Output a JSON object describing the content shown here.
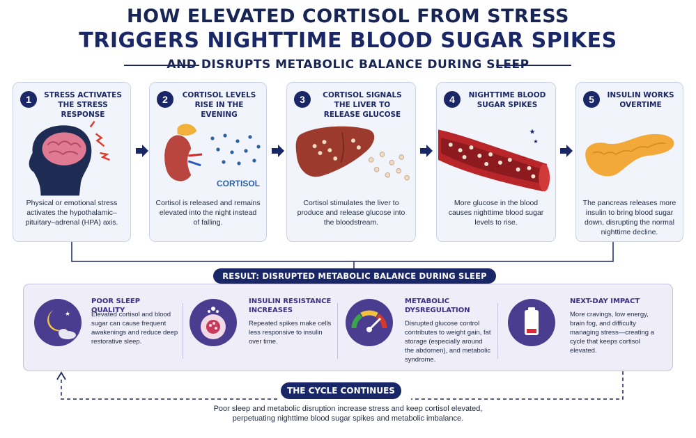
{
  "header": {
    "title_line1": "HOW ELEVATED CORTISOL FROM STRESS",
    "title_line2": "TRIGGERS NIGHTTIME BLOOD SUGAR SPIKES",
    "subtitle": "AND DISRUPTS METABOLIC BALANCE DURING SLEEP"
  },
  "steps": [
    {
      "number": "1",
      "title": "STRESS ACTIVATES THE STRESS RESPONSE",
      "icon": "brain-icon",
      "description": "Physical or emotional stress activates the hypothalamic–pituitary–adrenal (HPA) axis."
    },
    {
      "number": "2",
      "title": "CORTISOL LEVELS RISE IN THE EVENING",
      "icon": "adrenal-kidney-icon",
      "illustration_label": "CORTISOL",
      "description": "Cortisol is released and remains elevated into the night instead of falling."
    },
    {
      "number": "3",
      "title": "CORTISOL SIGNALS THE LIVER TO RELEASE GLUCOSE",
      "icon": "liver-icon",
      "description": "Cortisol stimulates the liver to produce and release glucose into the bloodstream."
    },
    {
      "number": "4",
      "title": "NIGHTTIME BLOOD SUGAR SPIKES",
      "icon": "blood-vessel-icon",
      "description": "More glucose in the blood causes nighttime blood sugar levels to rise."
    },
    {
      "number": "5",
      "title": "INSULIN WORKS OVERTIME",
      "icon": "pancreas-icon",
      "description": "The pancreas releases more insulin to bring blood sugar down, disrupting the normal nighttime decline."
    }
  ],
  "result": {
    "heading": "RESULT: DISRUPTED METABOLIC BALANCE DURING SLEEP",
    "effects": [
      {
        "title": "POOR SLEEP QUALITY",
        "icon": "moon-cloud-icon",
        "description": "Elevated cortisol and blood sugar can cause frequent awakenings and reduce deep restorative sleep."
      },
      {
        "title": "INSULIN RESISTANCE INCREASES",
        "icon": "cell-icon",
        "description": "Repeated spikes make cells less responsive to insulin over time."
      },
      {
        "title": "METABOLIC DYSREGULATION",
        "icon": "gauge-icon",
        "description": "Disrupted glucose control contributes to weight gain, fat storage (especially around the abdomen), and metabolic syndrome."
      },
      {
        "title": "NEXT-DAY IMPACT",
        "icon": "low-battery-icon",
        "description": "More cravings, low energy, brain fog, and difficulty managing stress—creating a cycle that keeps cortisol elevated."
      }
    ]
  },
  "cycle": {
    "heading": "THE CYCLE CONTINUES",
    "description_line1": "Poor sleep and metabolic disruption increase stress and keep cortisol elevated,",
    "description_line2": "perpetuating nighttime blood sugar spikes and metabolic imbalance."
  },
  "colors": {
    "navy": "#1a2766",
    "card_bg": "#f1f4fa",
    "result_bg": "#efedf8",
    "purple_text": "#3a2f86",
    "icon_circle": "#4a3d8f"
  }
}
